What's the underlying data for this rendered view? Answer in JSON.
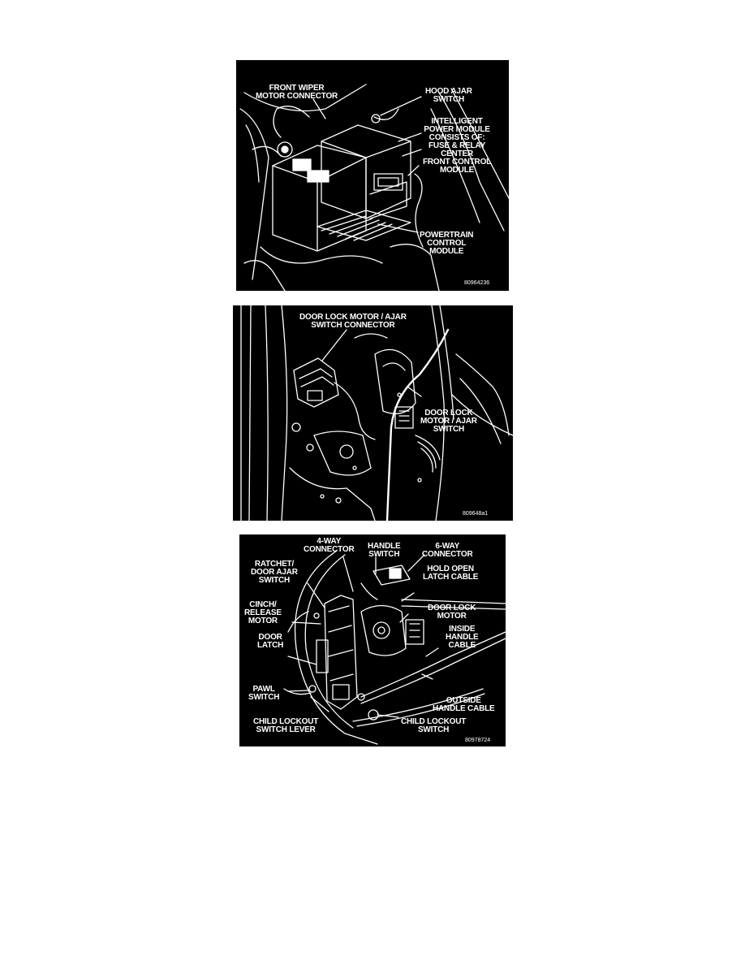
{
  "figures": [
    {
      "id": "80964236",
      "labels": {
        "front_wiper": "FRONT WIPER\nMOTOR CONNECTOR",
        "hood_ajar": "HOOD AJAR\nSWITCH",
        "ipm": "INTELLIGENT\nPOWER MODULE\nCONSISTS OF:\nFUSE & RELAY\nCENTER\nFRONT CONTROL\nMODULE",
        "pcm": "POWERTRAIN\nCONTROL\nMODULE"
      }
    },
    {
      "id": "809648a1",
      "labels": {
        "connector": "DOOR LOCK MOTOR / AJAR\nSWITCH CONNECTOR",
        "motor": "DOOR LOCK\nMOTOR / AJAR\nSWITCH"
      }
    },
    {
      "id": "80978724",
      "labels": {
        "four_way": "4-WAY\nCONNECTOR",
        "handle_switch": "HANDLE\nSWITCH",
        "six_way": "6-WAY\nCONNECTOR",
        "ratchet": "RATCHET/\nDOOR AJAR\nSWITCH",
        "hold_open": "HOLD OPEN\nLATCH CABLE",
        "cinch": "CINCH/\nRELEASE\nMOTOR",
        "door_lock_motor": "DOOR LOCK\nMOTOR",
        "inside_handle": "INSIDE\nHANDLE\nCABLE",
        "door_latch": "DOOR\nLATCH",
        "pawl": "PAWL\nSWITCH",
        "outside_handle": "OUTSIDE\nHANDLE CABLE",
        "child_lever": "CHILD LOCKOUT\nSWITCH LEVER",
        "child_switch": "CHILD LOCKOUT\nSWITCH"
      }
    }
  ]
}
